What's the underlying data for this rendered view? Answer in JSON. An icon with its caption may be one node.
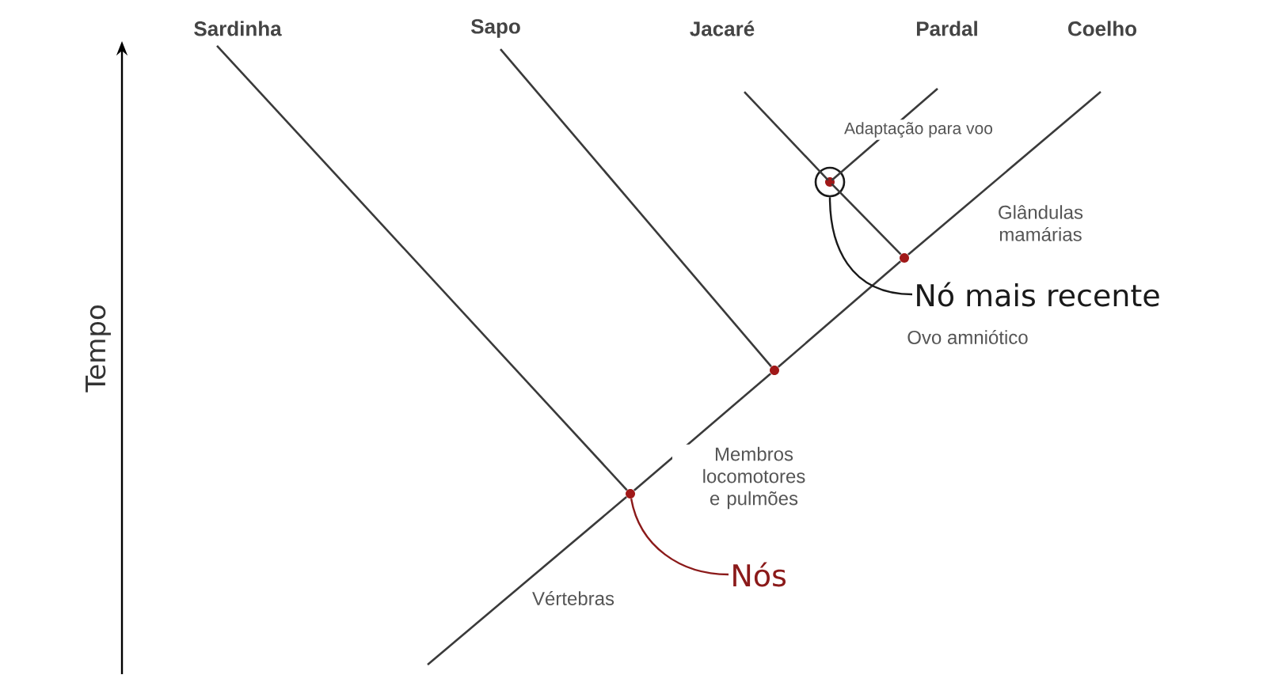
{
  "diagram": {
    "nodes": [
      {
        "text": [
          "Sardinha"
        ]
      },
      {
        "text": [
          "Sapo"
        ]
      },
      {
        "text": [
          "Jacaré"
        ]
      },
      {
        "text": [
          "Pardal"
        ]
      },
      {
        "text": [
          "Coelho"
        ]
      },
      {
        "text": [],
        "shape": "circle"
      },
      {
        "text": [],
        "shape": "circle"
      },
      {
        "text": [],
        "shape": "circle"
      },
      {
        "text": [],
        "shape": "circle"
      },
      {
        "text": [
          "Nós"
        ]
      },
      {
        "text": [
          "Nó mais recente"
        ]
      }
    ],
    "edges": [
      {
        "from": null,
        "to": 5,
        "arrow": "none"
      },
      {
        "from": 5,
        "to": 0,
        "arrow": "none"
      },
      {
        "from": 5,
        "to": 6,
        "arrow": "none"
      },
      {
        "from": 6,
        "to": 1,
        "arrow": "none"
      },
      {
        "from": 6,
        "to": 7,
        "arrow": "none"
      },
      {
        "from": 7,
        "to": 4,
        "arrow": "none"
      },
      {
        "from": 7,
        "to": 8,
        "arrow": "none"
      },
      {
        "from": 8,
        "to": 2,
        "arrow": "none"
      },
      {
        "from": 8,
        "to": 3,
        "arrow": "none"
      },
      {
        "from": 9,
        "to": 5,
        "arrow": "none",
        "color": "#8b1a1a"
      },
      {
        "from": 10,
        "to": 8,
        "arrow": "none",
        "color": "#1a1a1a"
      }
    ],
    "labels": [
      "Tempo",
      "Adaptação para voo",
      "Glândulas mamárias",
      "Ovo amniótico",
      "Membros locomotores e pulmões",
      "Vértebras"
    ]
  }
}
